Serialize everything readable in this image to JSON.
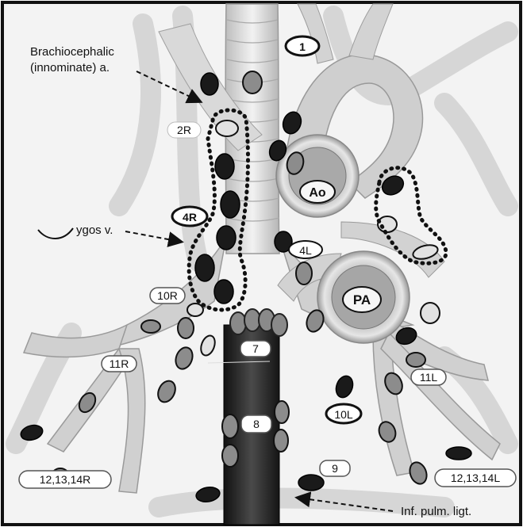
{
  "diagram": {
    "annotations": {
      "brachiocephalic_line1": "Brachiocephalic",
      "brachiocephalic_line2": "(innominate) a.",
      "azygos": "ygos v.",
      "inf_pulm": "Inf. pulm. ligt."
    },
    "vessels": {
      "aorta": "Ao",
      "pulmonary_artery": "PA"
    },
    "stations": {
      "s1": "1",
      "s2r": "2R",
      "s4r": "4R",
      "s4l": "4L",
      "s10r": "10R",
      "s10l": "10L",
      "s11r": "11R",
      "s11l": "11L",
      "s7": "7",
      "s8": "8",
      "s9": "9",
      "s12r": "12,13,14R",
      "s12l": "12,13,14L"
    },
    "colors": {
      "node_dark": "#1a1a1a",
      "node_gray": "#8a8a8a",
      "node_light": "#dcdcdc",
      "airway": "#d9d9d9",
      "esophagus": "#2a2a2a"
    }
  }
}
